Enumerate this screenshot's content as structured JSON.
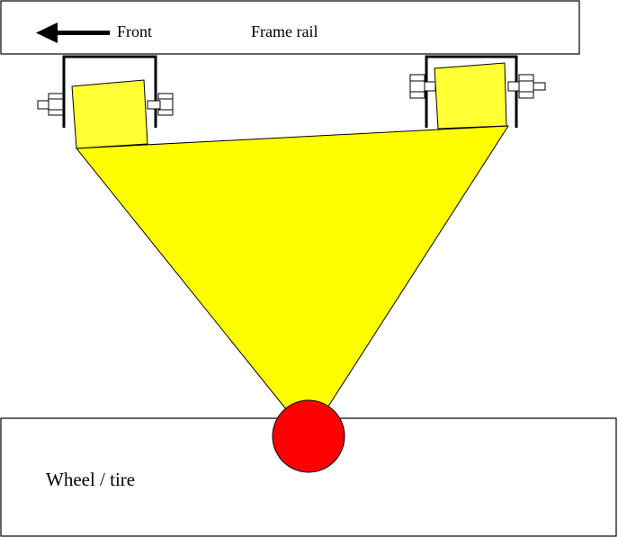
{
  "labels": {
    "front": "Front",
    "frame_rail": "Frame rail",
    "wheel": "Wheel / tire"
  },
  "colors": {
    "arm_fill": "#ffff00",
    "bushing_fill": "#ffff33",
    "ball_joint": "#ff0000",
    "outline": "#000000",
    "background": "#ffffff"
  },
  "icons": {
    "front_arrow": "arrow-left-icon"
  }
}
